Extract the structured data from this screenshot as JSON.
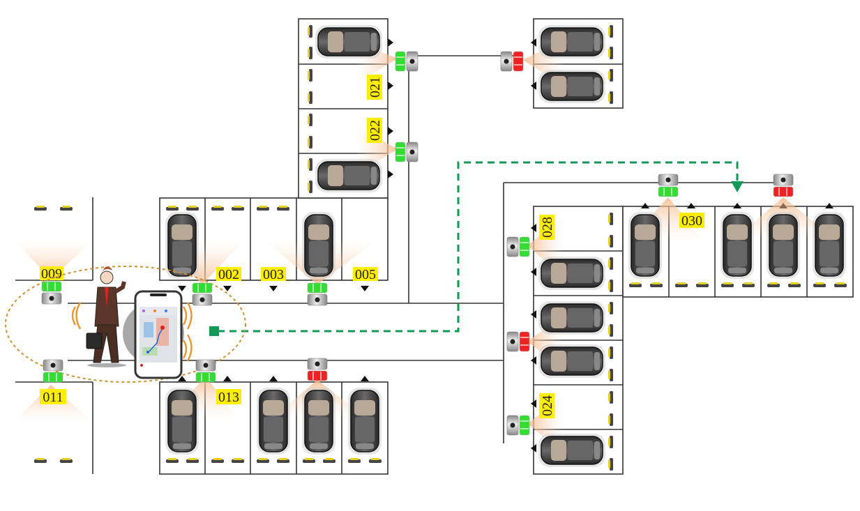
{
  "diagram": {
    "title": "",
    "colors": {
      "vacant_light": "#33dd33",
      "occupied_light": "#ee2222",
      "guide_path": "#119955",
      "label_bg": "#ffee00",
      "beam": "#f4c9a0",
      "zone_outline": "#d09030"
    },
    "slot_labels": {
      "s009": "009",
      "s011": "011",
      "s002": "002",
      "s003": "003",
      "s005": "005",
      "s013": "013",
      "s021": "021",
      "s022": "022",
      "s028": "028",
      "s030": "030",
      "s024": "024"
    },
    "sensors": [
      {
        "id": "sensor-009",
        "status": "vacant"
      },
      {
        "id": "sensor-011",
        "status": "vacant"
      },
      {
        "id": "sensor-002",
        "status": "vacant"
      },
      {
        "id": "sensor-004",
        "status": "vacant"
      },
      {
        "id": "sensor-013",
        "status": "vacant"
      },
      {
        "id": "sensor-016",
        "status": "occupied"
      },
      {
        "id": "sensor-021",
        "status": "vacant"
      },
      {
        "id": "sensor-022",
        "status": "vacant"
      },
      {
        "id": "sensor-top-right",
        "status": "occupied"
      },
      {
        "id": "sensor-028",
        "status": "vacant"
      },
      {
        "id": "sensor-030",
        "status": "vacant"
      },
      {
        "id": "sensor-032",
        "status": "occupied"
      },
      {
        "id": "sensor-026",
        "status": "occupied"
      },
      {
        "id": "sensor-024",
        "status": "vacant"
      }
    ],
    "legend_notes": {
      "user": "driver with smartphone navigation app",
      "route": "guided path to vacant slot"
    }
  }
}
